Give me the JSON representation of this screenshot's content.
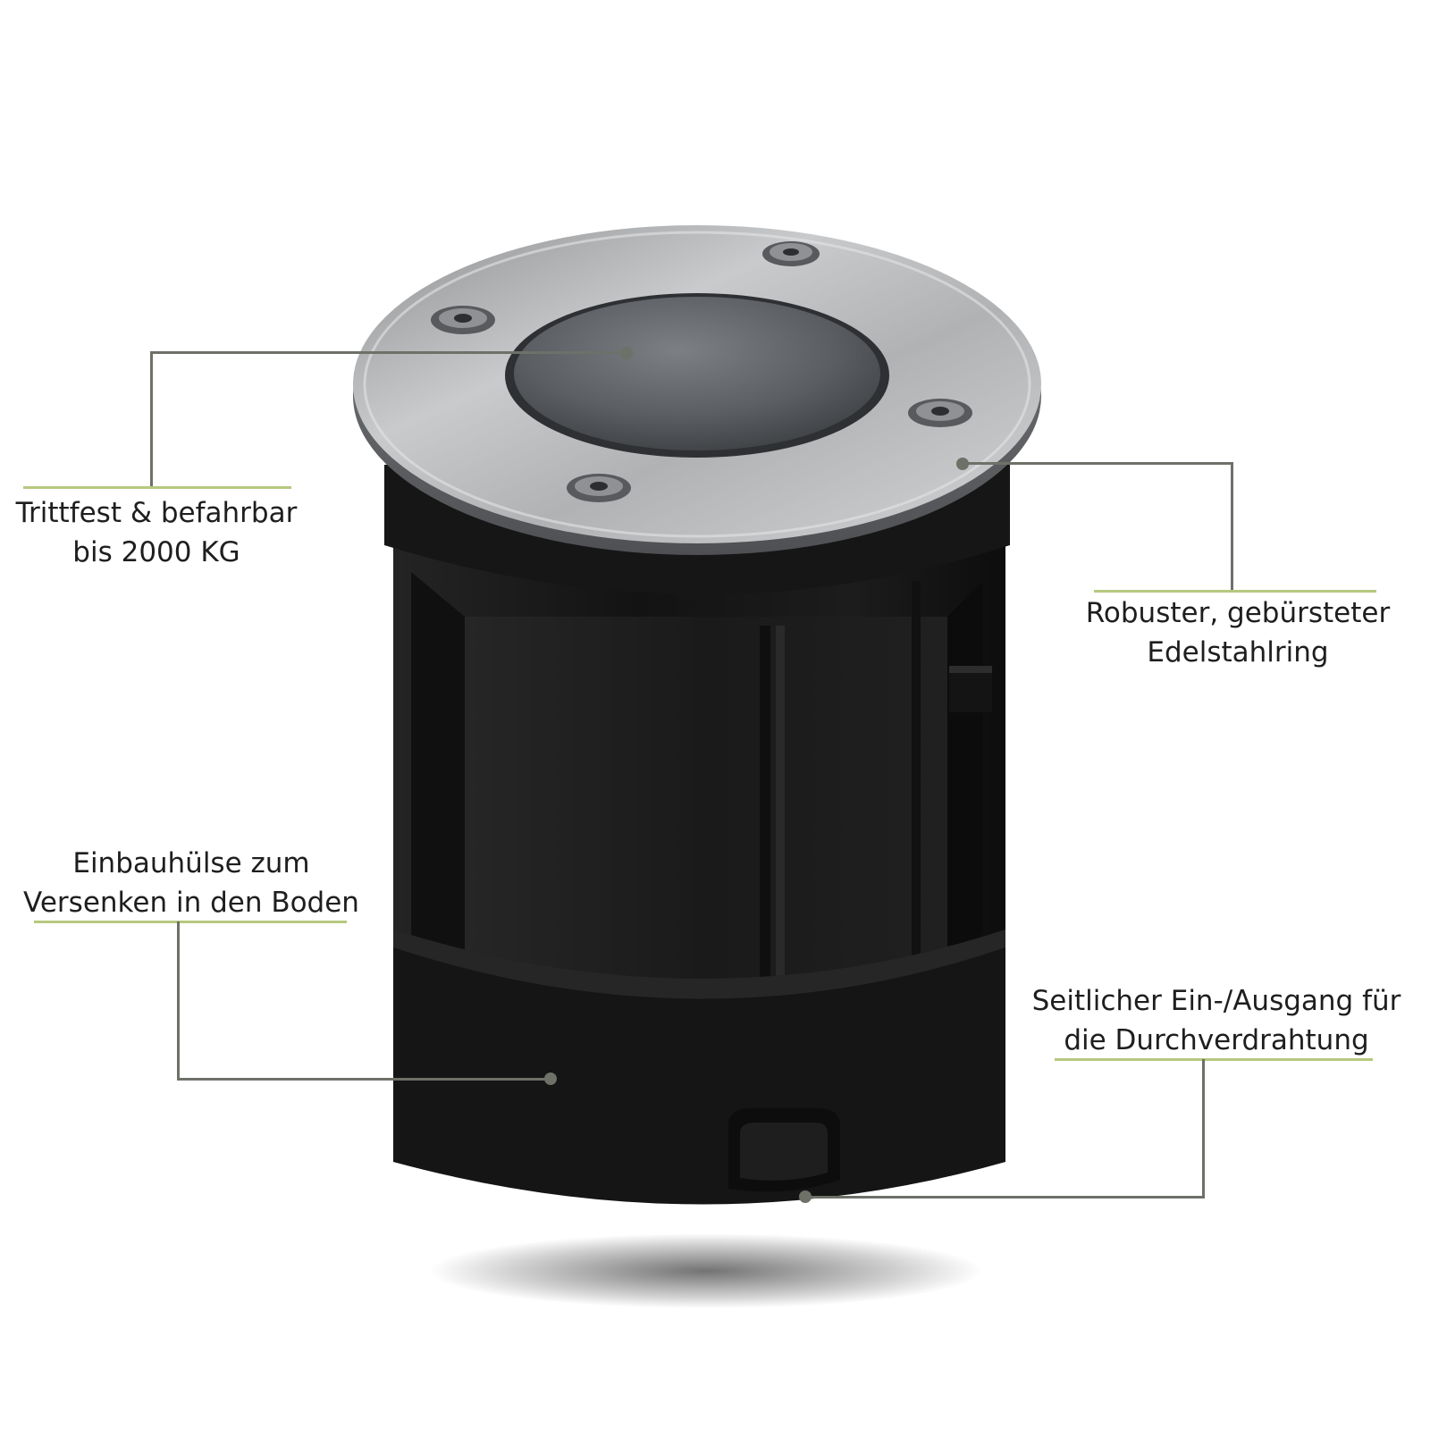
{
  "colors": {
    "leader_line": "#6d7168",
    "underline": "#b6c97e",
    "label_text": "#1e1e1e",
    "housing": "#1b1b1b",
    "steel_ring": "#b7b9bb"
  },
  "callouts": [
    {
      "name": "top-left",
      "lines": [
        "Trittfest & befahrbar",
        "bis 2000 KG"
      ]
    },
    {
      "name": "top-right",
      "lines": [
        "Robuster, gebürsteter",
        "Edelstahlring"
      ]
    },
    {
      "name": "bottom-left",
      "lines": [
        "Einbauhülse zum",
        "Versenken in den Boden"
      ]
    },
    {
      "name": "bottom-right",
      "lines": [
        "Seitlicher Ein-/Ausgang für",
        "die Durchverdrahtung"
      ]
    }
  ],
  "product": {
    "icon": "ground-spotlight-illustration"
  }
}
